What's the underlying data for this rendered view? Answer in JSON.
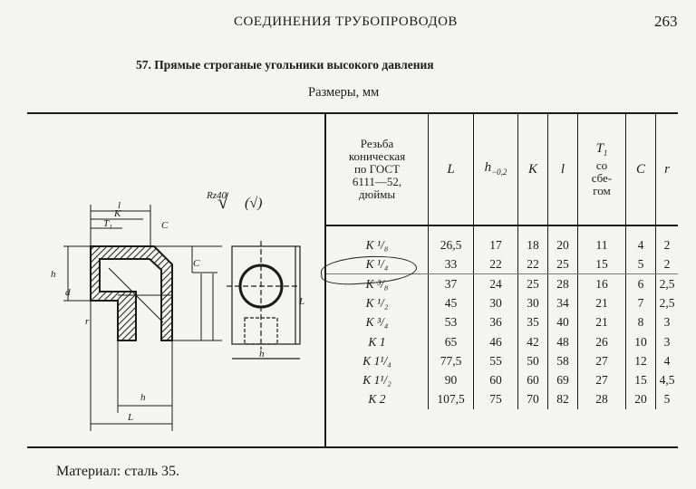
{
  "page": {
    "running_head": "СОЕДИНЕНИЯ ТРУБОПРОВОДОВ",
    "page_number": "263"
  },
  "table": {
    "title": "57. Прямые строганые угольники высокого давления",
    "units": "Размеры, мм",
    "surface_finish": {
      "rz_label": "Rz40",
      "check": "√",
      "paren": "(√)"
    },
    "drawing_labels": [
      "l",
      "K",
      "T₁",
      "C",
      "C",
      "h",
      "d",
      "r",
      "T₁",
      "K",
      "l",
      "h",
      "L",
      "L",
      "h"
    ],
    "columns": [
      {
        "key": "thread",
        "label_lines": [
          "Резьба",
          "коническая",
          "по ГОСТ",
          "6111—52,",
          "дюймы"
        ]
      },
      {
        "key": "L",
        "label": "L"
      },
      {
        "key": "h",
        "label": "h",
        "sub": "−0,2"
      },
      {
        "key": "K",
        "label": "K"
      },
      {
        "key": "l",
        "label": "l"
      },
      {
        "key": "T1",
        "label": "T",
        "sub": "1",
        "label_lines": [
          "со",
          "сбе-",
          "гом"
        ]
      },
      {
        "key": "C",
        "label": "C"
      },
      {
        "key": "r",
        "label": "r"
      }
    ],
    "rows": [
      {
        "thread": "K ¹/₈",
        "L": "26,5",
        "h": "17",
        "K": "18",
        "l": "20",
        "T1": "11",
        "C": "4",
        "r": "2"
      },
      {
        "thread": "K ¹/₄",
        "L": "33",
        "h": "22",
        "K": "22",
        "l": "25",
        "T1": "15",
        "C": "5",
        "r": "2"
      },
      {
        "thread": "K ³/₈",
        "L": "37",
        "h": "24",
        "K": "25",
        "l": "28",
        "T1": "16",
        "C": "6",
        "r": "2,5"
      },
      {
        "thread": "K ¹/₂",
        "L": "45",
        "h": "30",
        "K": "30",
        "l": "34",
        "T1": "21",
        "C": "7",
        "r": "2,5"
      },
      {
        "thread": "K ³/₄",
        "L": "53",
        "h": "36",
        "K": "35",
        "l": "40",
        "T1": "21",
        "C": "8",
        "r": "3"
      },
      {
        "thread": "K 1",
        "L": "65",
        "h": "46",
        "K": "42",
        "l": "48",
        "T1": "26",
        "C": "10",
        "r": "3"
      },
      {
        "thread": "K 1¹/₄",
        "L": "77,5",
        "h": "55",
        "K": "50",
        "l": "58",
        "T1": "27",
        "C": "12",
        "r": "4"
      },
      {
        "thread": "K 1¹/₂",
        "L": "90",
        "h": "60",
        "K": "60",
        "l": "69",
        "T1": "27",
        "C": "15",
        "r": "4,5"
      },
      {
        "thread": "K 2",
        "L": "107,5",
        "h": "75",
        "K": "70",
        "l": "82",
        "T1": "28",
        "C": "20",
        "r": "5"
      }
    ]
  },
  "footer": {
    "material": "Материал: сталь 35."
  }
}
